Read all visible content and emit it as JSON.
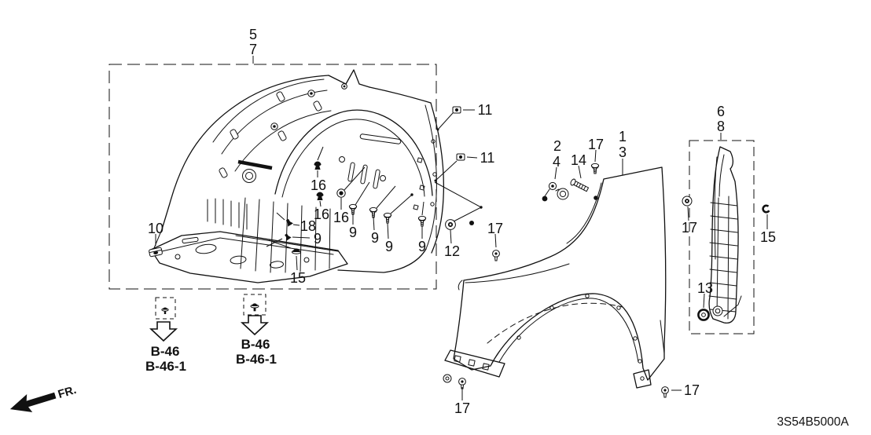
{
  "callouts": [
    "5",
    "7",
    "11",
    "11",
    "16",
    "16",
    "16",
    "18",
    "9",
    "9",
    "9",
    "9",
    "9",
    "10",
    "15",
    "12",
    "2",
    "4",
    "14",
    "17",
    "1",
    "3",
    "6",
    "8",
    "17",
    "17",
    "15",
    "13",
    "17",
    "17"
  ],
  "refs": [
    "B-46",
    "B-46-1",
    "B-46",
    "B-46-1"
  ],
  "fr_label": "FR.",
  "diagram_code": "3S54B5000A"
}
